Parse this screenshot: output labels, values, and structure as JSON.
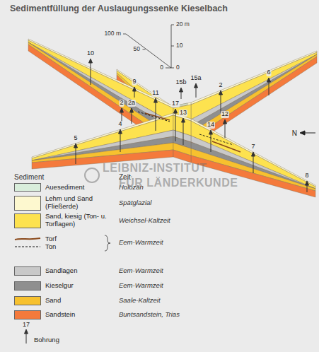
{
  "diagram": {
    "title": "Sedimentfüllung der Auslaugungssenke Kieselbach",
    "labels": [
      "Sediment",
      "Zeit",
      "Holozän",
      "Spätglazial",
      "Weichsel-Kaltzeit",
      "Eem-Warmzeit",
      "Eem-Warmzeit",
      "Eem-Warmzeit",
      "Saale-Kaltzeit",
      "Buntsandstein, Trias",
      "17",
      "100 m",
      "50",
      "0",
      "20 m",
      "10",
      "0",
      "10",
      "9",
      "2",
      "2a",
      "11",
      "15b",
      "15a",
      "2",
      "6",
      "17",
      "13",
      "12",
      "14",
      "5",
      "4",
      "7",
      "8",
      "N",
      "LEIBNIZ-INSTITUT",
      "FÜR LÄNDERKUNDE"
    ],
    "legend": [
      {
        "text": "Auesediment",
        "color": "#d9eedb"
      },
      {
        "text": "Lehm und Sand (Fließerde)",
        "color": "#fdf8cf"
      },
      {
        "text": "Sand, kiesig (Ton- u. Torflagen)",
        "color": "#fde24f"
      },
      {
        "text": "Torf"
      },
      {
        "text": "Ton"
      },
      {
        "text": "Sandlagen",
        "color": "#c9c9c9"
      },
      {
        "text": "Kieselgur",
        "color": "#8f8f8f"
      },
      {
        "text": "Sand",
        "color": "#f7c12e"
      },
      {
        "text": "Sandstein",
        "color": "#f47a3c"
      },
      {
        "text": "Bohrung"
      }
    ]
  }
}
